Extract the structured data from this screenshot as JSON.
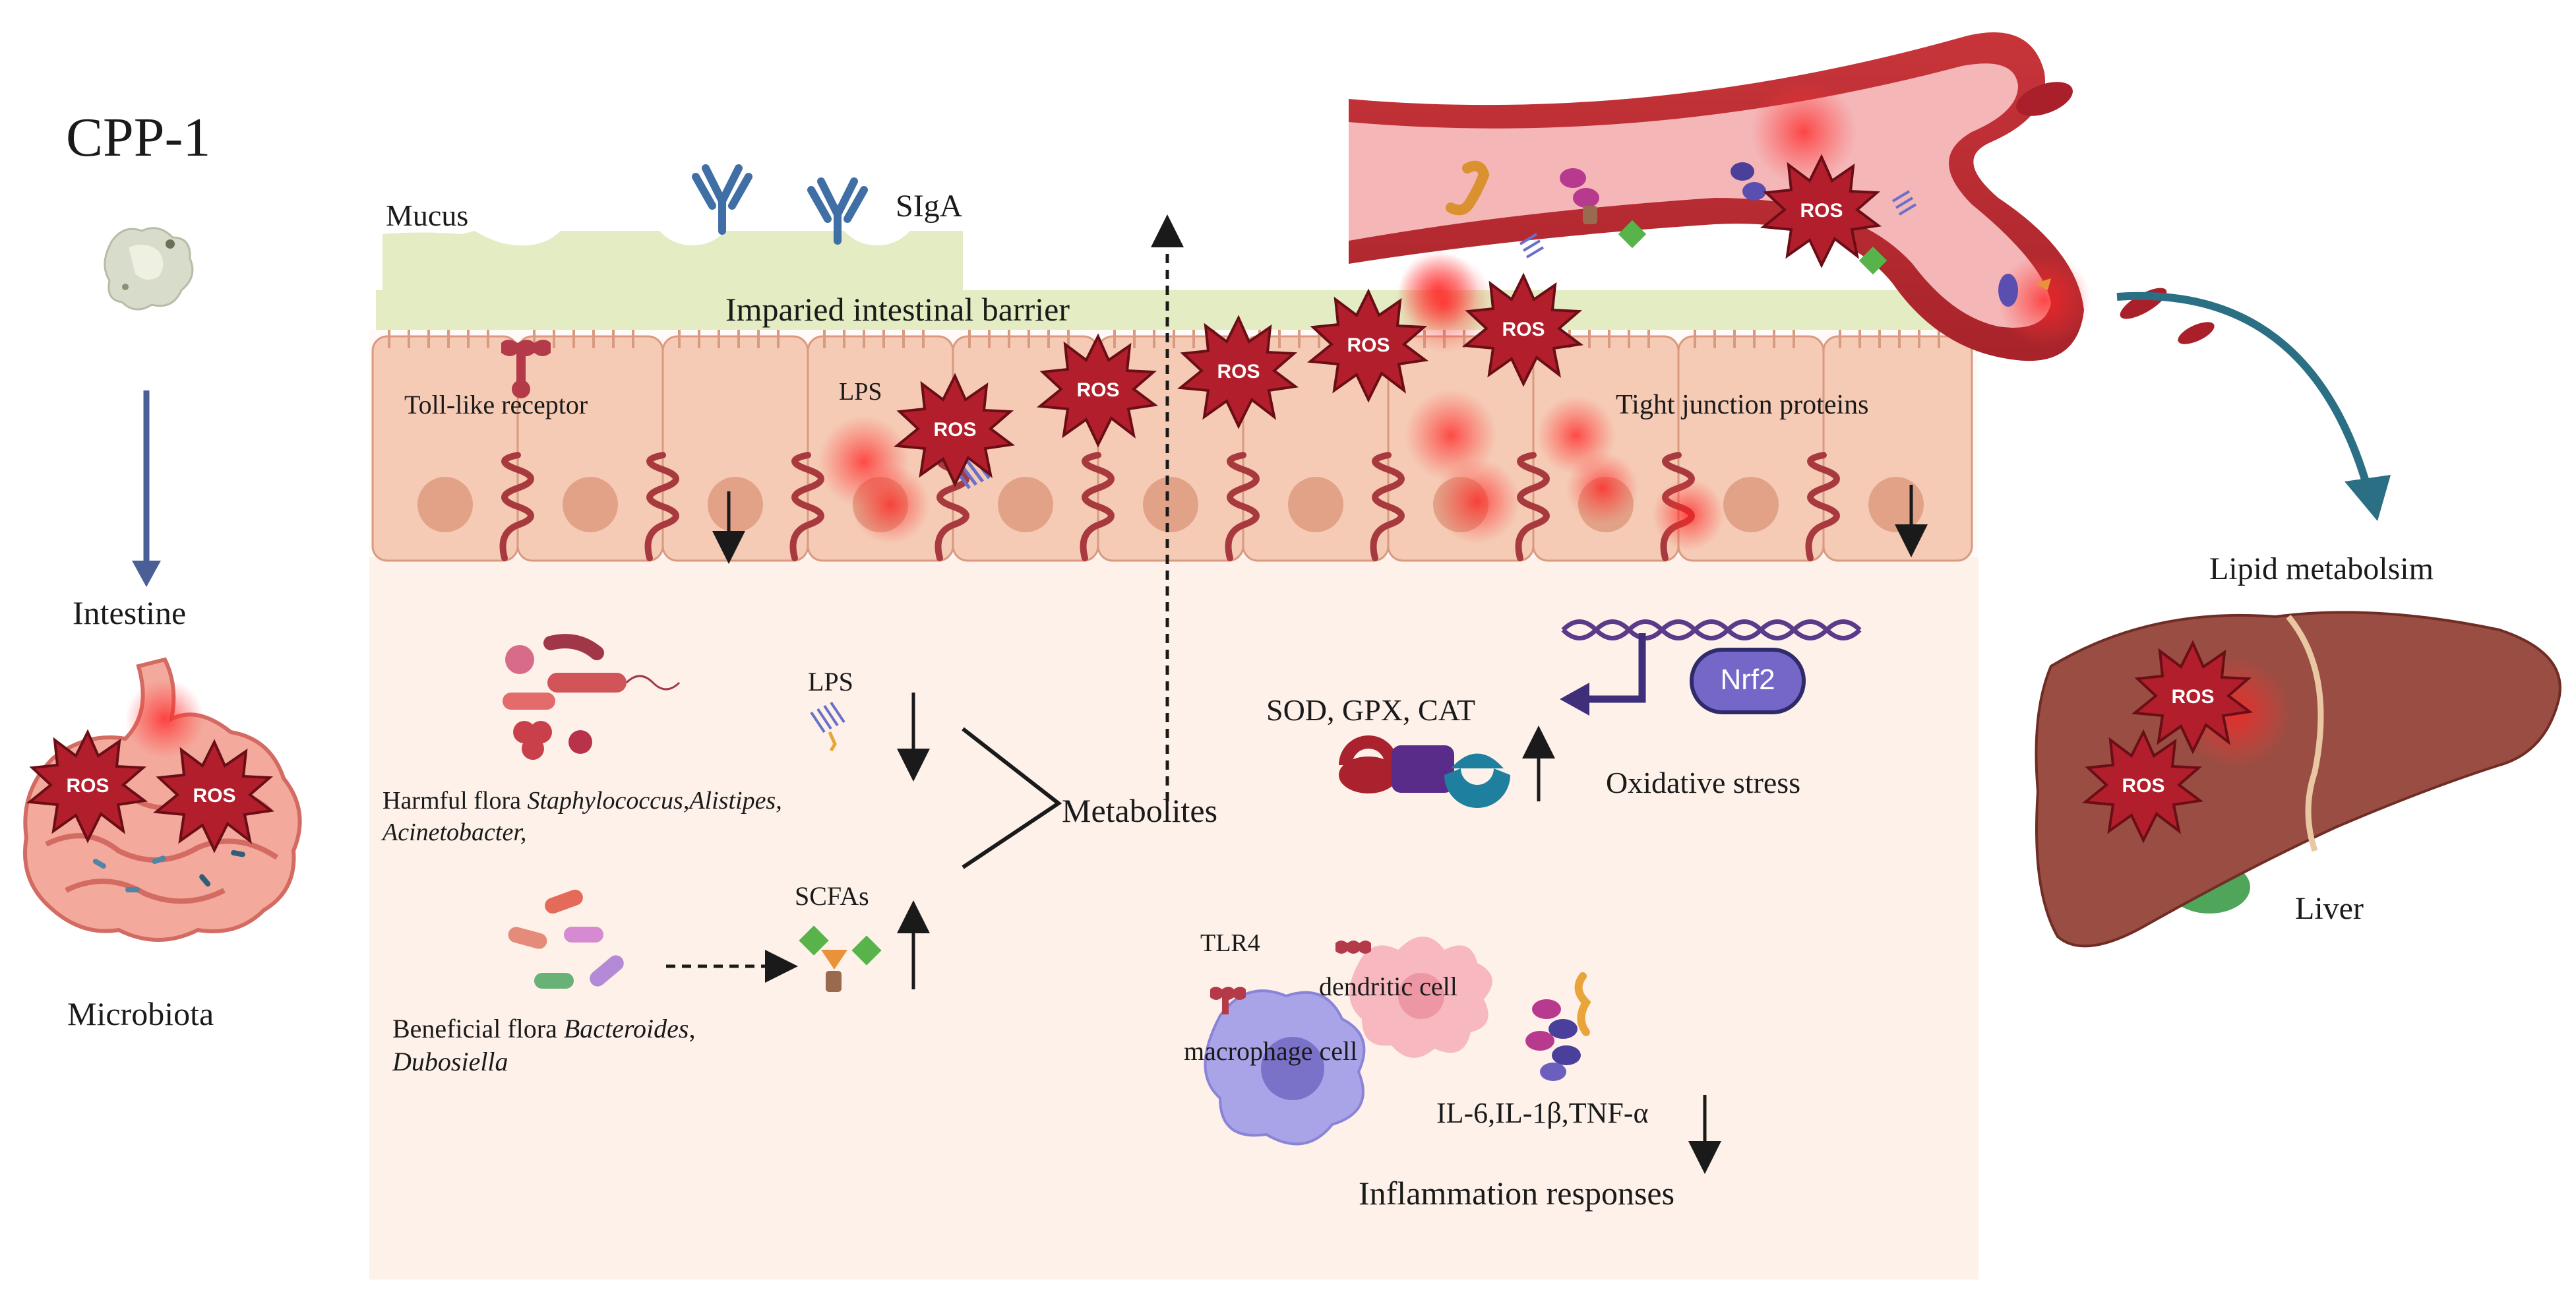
{
  "labels": {
    "cpp1": "CPP-1",
    "intestine": "Intestine",
    "microbiota": "Microbiota",
    "mucus": "Mucus",
    "sigA": "SIgA",
    "impaired_barrier": "Imparied intestinal barrier",
    "tlr": "Toll-like receptor",
    "lps_top": "LPS",
    "tight_junction": "Tight junction proteins",
    "lps_mid": "LPS",
    "harmful_prefix": "Harmful flora ",
    "harmful_genera_1": "Staphylococcus,Alistipes,",
    "harmful_genera_2": "Acinetobacter,",
    "metabolites": "Metabolites",
    "scfas": "SCFAs",
    "beneficial_prefix": "Beneficial flora ",
    "beneficial_genera_1": "Bacteroides",
    "beneficial_comma": ",",
    "beneficial_genera_2": "Dubosiella",
    "antioxidants": "SOD, GPX, CAT",
    "nrf2": "Nrf2",
    "oxidative_stress": "Oxidative stress",
    "tlr4": "TLR4",
    "dendritic_cell": "dendritic cell",
    "macrophage_cell": "macrophage cell",
    "cytokines": "IL-6,IL-1β,TNF-α",
    "inflammation": "Inflammation responses",
    "lipid_metabolism": "Lipid metabolsim",
    "liver": "Liver",
    "ros": "ROS"
  },
  "colors": {
    "arrow_blue": "#4a5f96",
    "mucus_green": "#e3ecc2",
    "cell_peach": "#f5cbb5",
    "lamina_bg": "#fdf1e9",
    "ros_red": "#b21e2c",
    "vessel_red": "#b52a2e",
    "liver_brown": "#9a4d42",
    "nrf2_purple": "#7467c7",
    "teal_arrow": "#2a6f83"
  },
  "icons": [
    "antibody-icon",
    "bacteria-icon",
    "cell-icon",
    "dna-icon",
    "liver-icon",
    "intestine-icon",
    "ros-burst-icon"
  ]
}
